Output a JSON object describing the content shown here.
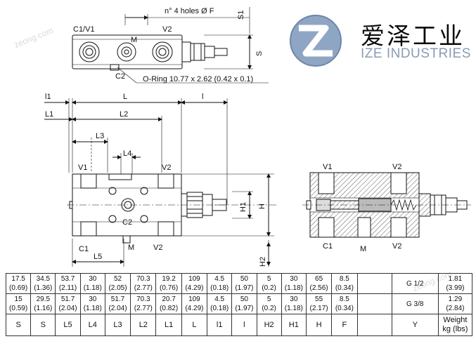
{
  "brand": {
    "cn": "爱泽工业",
    "en": "IZE INDUSTRIES",
    "watermark": "zeong.com"
  },
  "top_view": {
    "holes_note": "n° 4 holes Ø F",
    "s1": "S1",
    "s": "S",
    "c1v1": "C1/V1",
    "m": "M",
    "v2": "V2",
    "c2": "C2",
    "oring": "O-Ring 10.77 x 2.62 (0.42 x 0.1)"
  },
  "front_view": {
    "l1_upper": "l1",
    "l": "L",
    "l_small": "l",
    "l1": "L1",
    "l2": "L2",
    "l3": "L3",
    "l4": "L4",
    "v1": "V1",
    "v2": "V2",
    "c2": "C2",
    "h1": "H1",
    "h": "H",
    "c1": "C1",
    "m": "M",
    "v2_bottom": "V2",
    "l5": "L5",
    "h2": "H2"
  },
  "section_view": {
    "v1": "V1",
    "v2": "V2",
    "c1": "C1",
    "m": "M",
    "v2_bottom": "V2"
  },
  "table": {
    "rows": [
      {
        "cells": [
          "17.5\n(0.69)",
          "34.5\n(1.36)",
          "53.7\n(2.11)",
          "30\n(1.18)",
          "52\n(2.05)",
          "70.3\n(2.77)",
          "19.2\n(0.76)",
          "109\n(4.29)",
          "4.5\n(0.18)",
          "50\n(1.97)",
          "5\n(0.2)",
          "30\n(1.18)",
          "65\n(2.56)",
          "8.5\n(0.34)",
          "",
          "G 1/2",
          "1.81\n(3.99)"
        ]
      },
      {
        "cells": [
          "15\n(0.59)",
          "29.5\n(1.16)",
          "51.7\n(2.04)",
          "30\n(1.18)",
          "51.7\n(2.04)",
          "70.3\n(2.77)",
          "20.7\n(0.82)",
          "109\n(4.29)",
          "4.5\n(0.18)",
          "50\n(1.97)",
          "5\n(0.2)",
          "30\n(1.18)",
          "55\n(2.17)",
          "8.5\n(0.34)",
          "",
          "G 3/8",
          "1.29\n(2.84)"
        ]
      }
    ],
    "header": [
      "S",
      "S",
      "L5",
      "L4",
      "L3",
      "L2",
      "L1",
      "L",
      "l1",
      "l",
      "H2",
      "H1",
      "H",
      "F",
      "",
      "Y",
      "Weight\nkg (lbs)"
    ]
  }
}
